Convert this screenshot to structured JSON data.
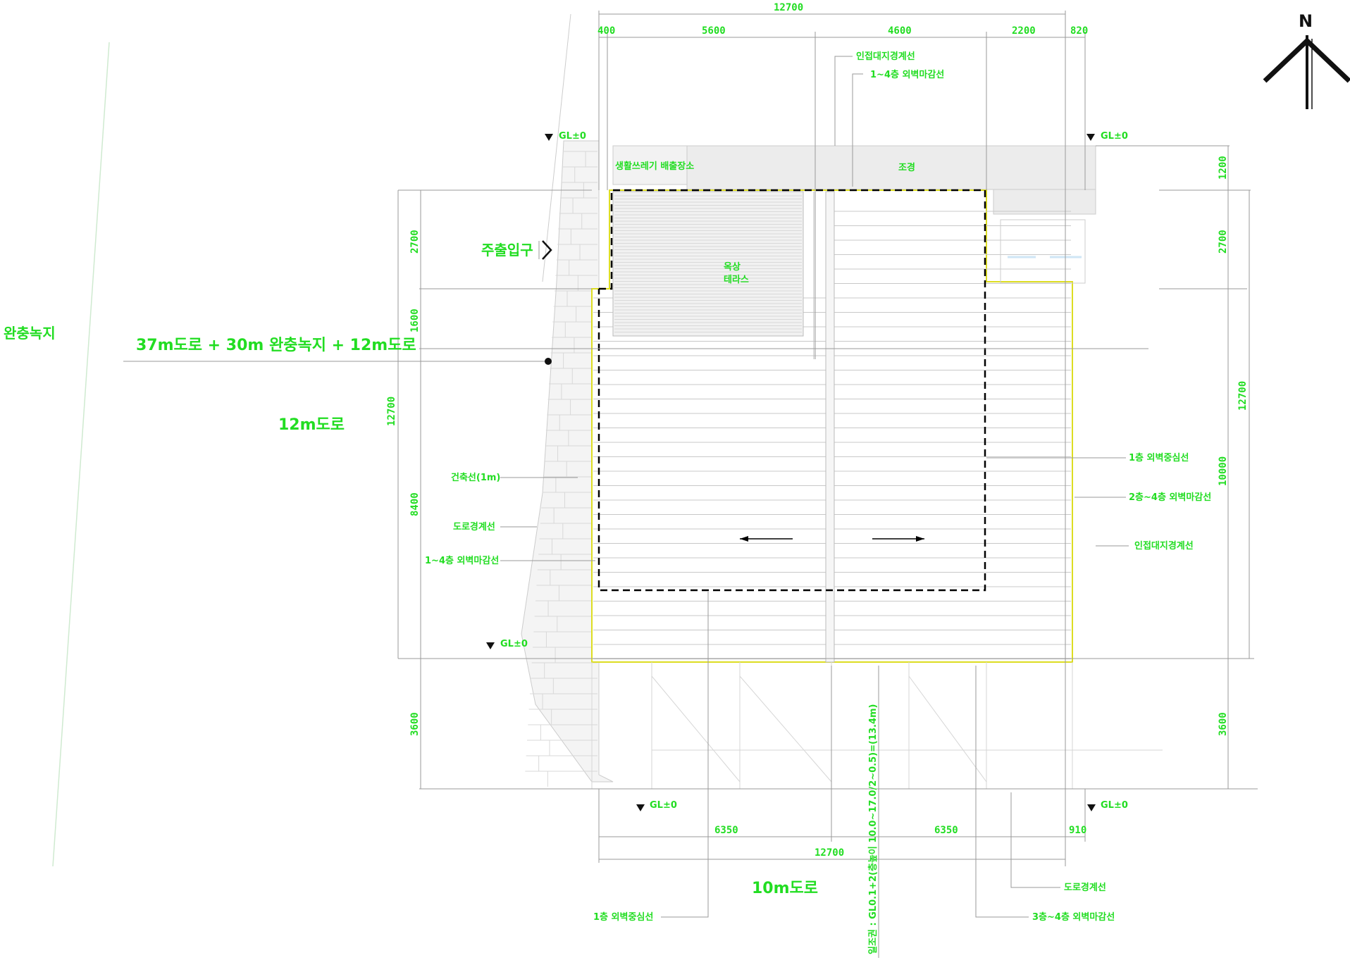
{
  "colors": {
    "text": "#22dd22",
    "line": "#bbbbbb",
    "boundary": "#dddd22",
    "roof": "#000000",
    "north": "#111111"
  },
  "north": {
    "label": "N"
  },
  "labels": {
    "park": "완충녹지",
    "road_combo": "37m도로 + 30m 완충녹지 + 12m도로",
    "road_12m": "12m도로",
    "road_10m": "10m도로",
    "parking_entrance": "주출입구",
    "terrace": "옥상 테라스",
    "terrace_line1": "옥상",
    "terrace_line2": "테라스",
    "garbage": "생활쓰레기 배출장소",
    "planting": "조경",
    "building_line_top": "인접대지경계선",
    "setback_top": "1~4층 외벽마감선",
    "setback_1f_right": "1층 외벽중심선",
    "setback_24_right": "2층~4층 외벽마감선",
    "adjacent_right": "인접대지경계선",
    "building_line_left": "건축선(1m)",
    "road_boundary_left": "도로경계선",
    "setback_left": "1~4층 외벽마감선",
    "road_boundary_bottom": "도로경계선",
    "setback_bottom": "3층~4층 외벽마감선",
    "center_1f_bottom": "1층 외벽중심선",
    "height_limit": "일조권 : GL0.1+2(층높이 10.0~17.0/2~0.5)=(13.4m)",
    "gl": "GL±0"
  },
  "dims": {
    "top_total": "12700",
    "top_400": "400",
    "top_5600": "5600",
    "top_4600": "4600",
    "top_2200": "2200",
    "top_820": "820",
    "left_2700": "2700",
    "left_1600": "1600",
    "left_12700": "12700",
    "left_8400": "8400",
    "left_3600": "3600",
    "right_1200": "1200",
    "right_2700": "2700",
    "right_12700": "12700",
    "right_10000": "10000",
    "right_3600": "3600",
    "bottom_6350a": "6350",
    "bottom_6350b": "6350",
    "bottom_910": "910",
    "bottom_total": "12700"
  }
}
